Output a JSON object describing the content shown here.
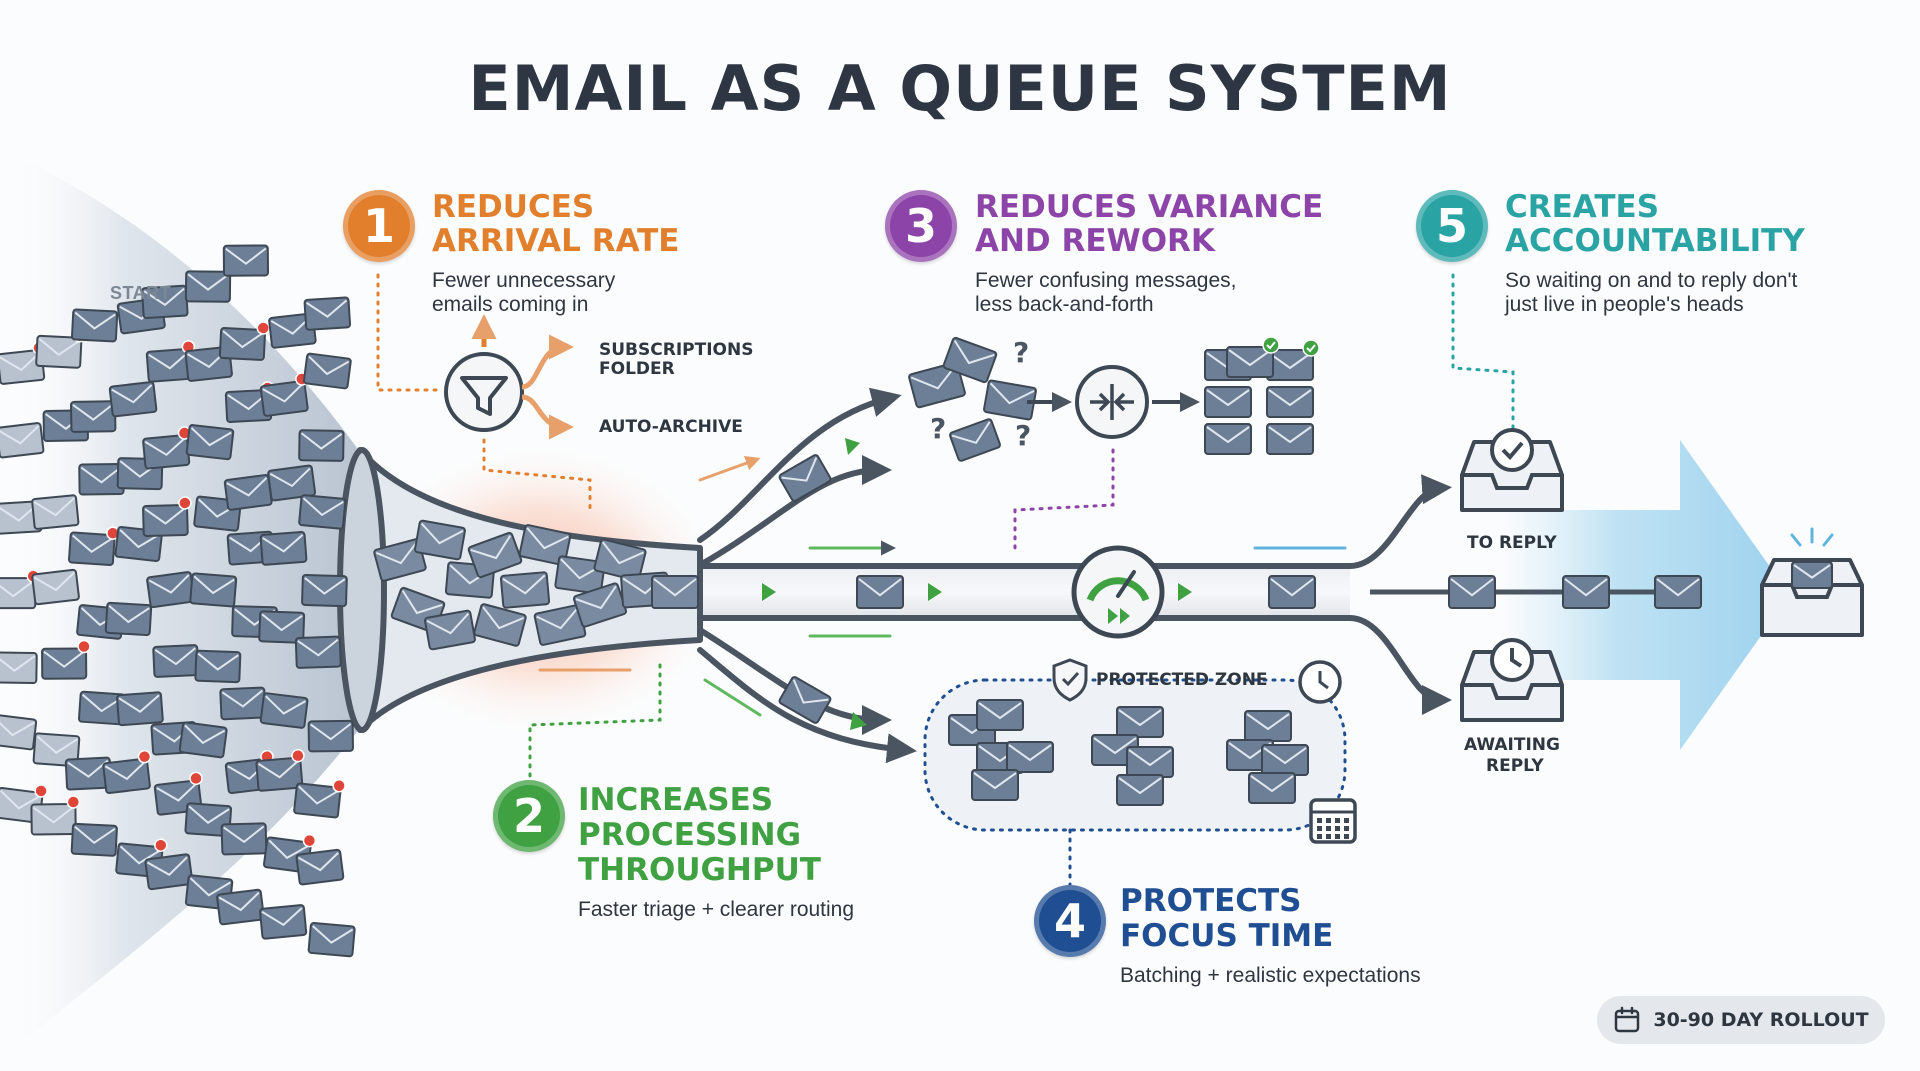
{
  "title": "EMAIL AS A QUEUE SYSTEM",
  "start_label": "START",
  "colors": {
    "step1": "#e27f2d",
    "step2": "#3fa142",
    "step3": "#8c44a8",
    "step4": "#1f4f92",
    "step5": "#2aa3a4",
    "pipe_stroke": "#4b5561",
    "envelope_fill": "#5f7189",
    "alert_red": "#e0453a",
    "flow_blue": "#5fb3dd"
  },
  "steps": [
    {
      "number": "1",
      "title": [
        "REDUCES",
        "ARRIVAL RATE"
      ],
      "description": [
        "Fewer unnecessary",
        "emails coming in"
      ]
    },
    {
      "number": "2",
      "title": [
        "INCREASES",
        "PROCESSING",
        "THROUGHPUT"
      ],
      "description": [
        "Faster triage + clearer routing"
      ]
    },
    {
      "number": "3",
      "title": [
        "REDUCES VARIANCE",
        "AND REWORK"
      ],
      "description": [
        "Fewer confusing messages,",
        "less back-and-forth"
      ]
    },
    {
      "number": "4",
      "title": [
        "PROTECTS",
        "FOCUS TIME"
      ],
      "description": [
        "Batching + realistic expectations"
      ]
    },
    {
      "number": "5",
      "title": [
        "CREATES",
        "ACCOUNTABILITY"
      ],
      "description": [
        "So waiting on and to reply don't",
        "just live in people's heads"
      ]
    }
  ],
  "filter_branches": {
    "subscriptions": [
      "SUBSCRIPTIONS",
      "FOLDER"
    ],
    "archive": "AUTO-ARCHIVE"
  },
  "protected_zone_label": "PROTECTED ZONE",
  "outputs": {
    "to_reply": "TO REPLY",
    "awaiting_reply": [
      "AWAITING",
      "REPLY"
    ]
  },
  "rollout": {
    "label": "30-90 DAY ROLLOUT",
    "icon": "calendar-icon"
  },
  "icons": [
    "funnel-filter-icon",
    "compress-icon",
    "speedometer-icon",
    "shield-check-icon",
    "clock-icon",
    "calendar-icon",
    "inbox-check-icon",
    "inbox-clock-icon",
    "inbox-final-icon",
    "envelope-icon"
  ]
}
